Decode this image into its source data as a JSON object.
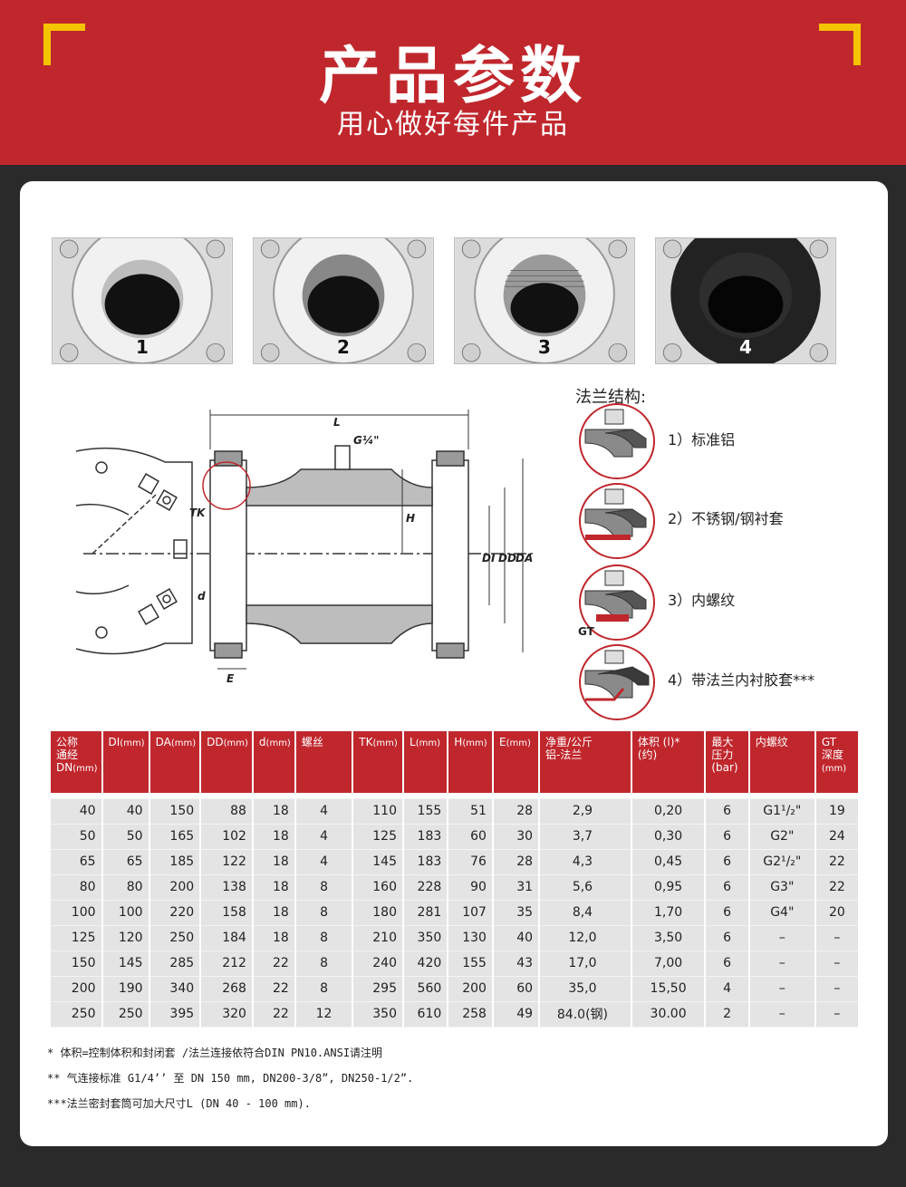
{
  "header": {
    "title": "产品参数",
    "subtitle": "用心做好每件产品"
  },
  "photos": [
    {
      "number": "1"
    },
    {
      "number": "2"
    },
    {
      "number": "3"
    },
    {
      "number": "4"
    }
  ],
  "drawing_labels": {
    "L": "L",
    "G": "G¼\"",
    "TK": "TK",
    "H": "H",
    "DI": "DI",
    "DD": "DD",
    "DA": "DA",
    "d": "d",
    "E": "E",
    "GT": "GT"
  },
  "flange": {
    "title": "法兰结构:",
    "items": [
      {
        "label": "1）标准铝"
      },
      {
        "label": "2）不锈钢/钢衬套"
      },
      {
        "label": "3）内螺纹"
      },
      {
        "label": "4）带法兰内衬胶套***"
      }
    ]
  },
  "table": {
    "headers": [
      {
        "text": "公称\n通经\nDN",
        "unit": "(mm)"
      },
      {
        "text": "DI",
        "unit": "(mm)"
      },
      {
        "text": "DA",
        "unit": "(mm)"
      },
      {
        "text": "DD",
        "unit": "(mm)"
      },
      {
        "text": "d",
        "unit": "(mm)"
      },
      {
        "text": "螺丝",
        "unit": ""
      },
      {
        "text": "TK",
        "unit": "(mm)"
      },
      {
        "text": "L",
        "unit": "(mm)"
      },
      {
        "text": "H",
        "unit": "(mm)"
      },
      {
        "text": "E",
        "unit": "(mm)"
      },
      {
        "text": "净重/公斤\n铝-法兰",
        "unit": ""
      },
      {
        "text": "体积 (l)*\n(约)",
        "unit": ""
      },
      {
        "text": "最大\n压力\n(bar)",
        "unit": ""
      },
      {
        "text": "内螺纹",
        "unit": ""
      },
      {
        "text": "GT\n深度",
        "unit": "(mm)"
      }
    ],
    "rows": [
      [
        "40",
        "40",
        "150",
        "88",
        "18",
        "4",
        "110",
        "155",
        "51",
        "28",
        "2,9",
        "0,20",
        "6",
        "G1¹/₂\"",
        "19"
      ],
      [
        "50",
        "50",
        "165",
        "102",
        "18",
        "4",
        "125",
        "183",
        "60",
        "30",
        "3,7",
        "0,30",
        "6",
        "G2\"",
        "24"
      ],
      [
        "65",
        "65",
        "185",
        "122",
        "18",
        "4",
        "145",
        "183",
        "76",
        "28",
        "4,3",
        "0,45",
        "6",
        "G2¹/₂\"",
        "22"
      ],
      [
        "80",
        "80",
        "200",
        "138",
        "18",
        "8",
        "160",
        "228",
        "90",
        "31",
        "5,6",
        "0,95",
        "6",
        "G3\"",
        "22"
      ],
      [
        "100",
        "100",
        "220",
        "158",
        "18",
        "8",
        "180",
        "281",
        "107",
        "35",
        "8,4",
        "1,70",
        "6",
        "G4\"",
        "20"
      ],
      [
        "125",
        "120",
        "250",
        "184",
        "18",
        "8",
        "210",
        "350",
        "130",
        "40",
        "12,0",
        "3,50",
        "6",
        "–",
        "–"
      ],
      [
        "150",
        "145",
        "285",
        "212",
        "22",
        "8",
        "240",
        "420",
        "155",
        "43",
        "17,0",
        "7,00",
        "6",
        "–",
        "–"
      ],
      [
        "200",
        "190",
        "340",
        "268",
        "22",
        "8",
        "295",
        "560",
        "200",
        "60",
        "35,0",
        "15,50",
        "4",
        "–",
        "–"
      ],
      [
        "250",
        "250",
        "395",
        "320",
        "22",
        "12",
        "350",
        "610",
        "258",
        "49",
        "84.0(钢)",
        "30.00",
        "2",
        "–",
        "–"
      ]
    ]
  },
  "notes": [
    "*  体积=控制体积和封闭套 /法兰连接依符合DIN PN10.ANSI请注明",
    "** 气连接标准 G1/4’’  至 DN 150 mm, DN200-3/8”, DN250-1/2”.",
    "***法兰密封套筒可加大尺寸L  (DN 40 - 100 mm)."
  ],
  "colors": {
    "banner": "#c0272d",
    "corner": "#f5c400",
    "table_header": "#c0272d",
    "table_row": "#e4e4e4"
  }
}
